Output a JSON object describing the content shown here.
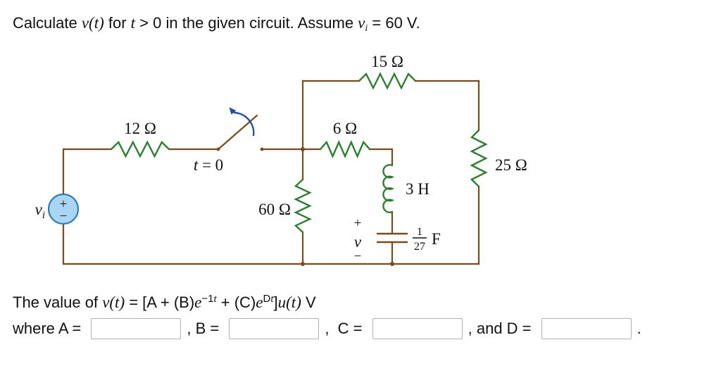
{
  "question": {
    "part1": "Calculate ",
    "v_t": "v(t)",
    "part2": " for ",
    "t_var": "t",
    "part3": " > 0 in the given circuit. Assume ",
    "v_base": "v",
    "v_sub": "i",
    "part4": " = 60 V."
  },
  "circuit": {
    "labels": {
      "r12": "12 Ω",
      "r15": "15 Ω",
      "r6": "6 Ω",
      "r60": "60 Ω",
      "r25": "25 Ω",
      "inductor": "3 H",
      "cap_num": "1",
      "cap_den": "27",
      "cap_unit": "F",
      "switch_t": "t",
      "switch_eq": " = 0",
      "source_v": "v",
      "source_sub": "i",
      "source_plus": "+",
      "source_minus": "−",
      "cap_plus": "+",
      "cap_v": "v",
      "cap_minus": "−"
    },
    "colors": {
      "wire": "#7a4a21",
      "component": "#2e7d32",
      "switch_arrow": "#1f4e9c",
      "source_fill": "#a9d6f5",
      "source_stroke": "#2f7ab9"
    }
  },
  "answer": {
    "part1": "The value of ",
    "v_t": "v(t)",
    "part2": " = [A + (B)",
    "e1": "e",
    "sup1a": "−1",
    "sup1b": "t",
    "part3": " + (C)",
    "e2": "e",
    "sup2a": "D",
    "sup2b": "t",
    "part4": "]",
    "u_t": "u(t)",
    "part5": " V"
  },
  "answer_fields": {
    "label_a": "where A = ",
    "label_b": ", B = ",
    "label_c": ",  C = ",
    "label_d": ", and D = ",
    "period": ".",
    "a_value": "",
    "b_value": "",
    "c_value": "",
    "d_value": ""
  }
}
